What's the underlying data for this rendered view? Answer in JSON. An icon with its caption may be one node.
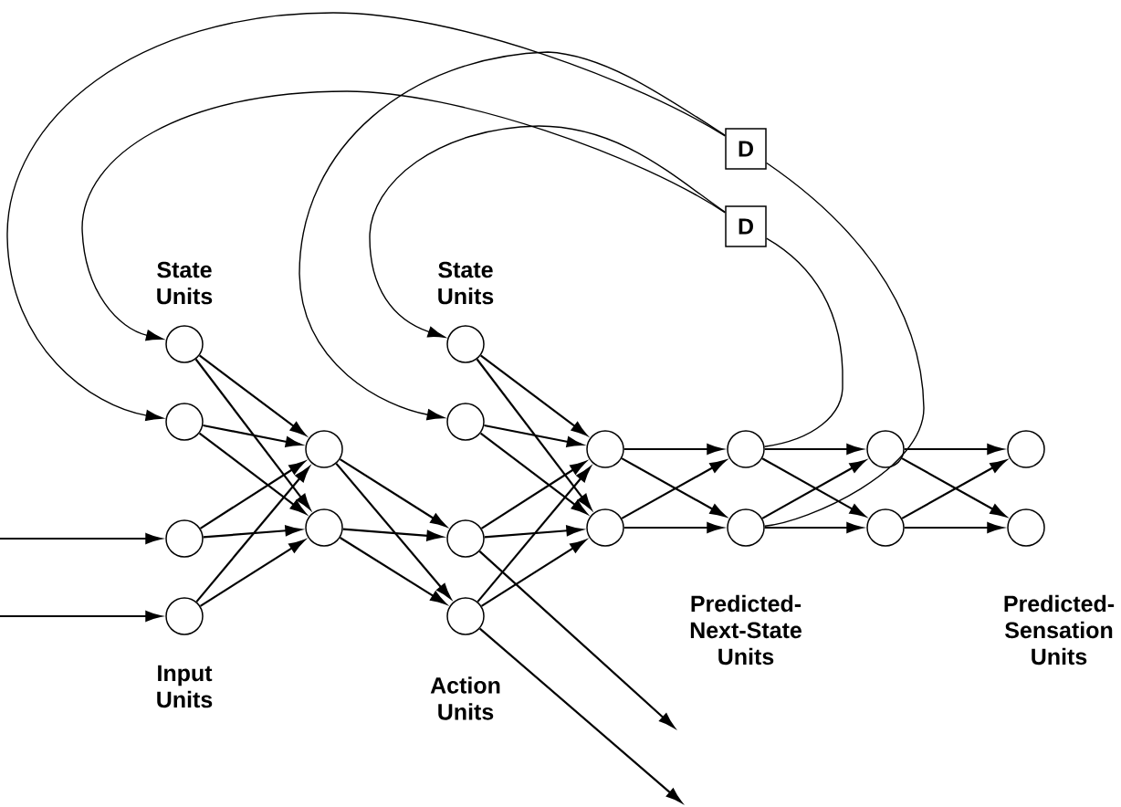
{
  "diagram": {
    "nodes": [
      {
        "text": [
          "D"
        ]
      },
      {
        "text": [
          "D"
        ]
      },
      {
        "text": [],
        "shape": "circle"
      },
      {
        "text": [],
        "shape": "circle"
      },
      {
        "text": [],
        "shape": "circle"
      },
      {
        "text": [],
        "shape": "circle"
      },
      {
        "text": [],
        "shape": "circle"
      },
      {
        "text": [],
        "shape": "circle"
      },
      {
        "text": [],
        "shape": "circle"
      },
      {
        "text": [],
        "shape": "circle"
      },
      {
        "text": [],
        "shape": "circle"
      },
      {
        "text": [],
        "shape": "circle"
      },
      {
        "text": [],
        "shape": "circle"
      },
      {
        "text": [],
        "shape": "circle"
      },
      {
        "text": [],
        "shape": "circle"
      },
      {
        "text": [],
        "shape": "circle"
      },
      {
        "text": [],
        "shape": "circle"
      },
      {
        "text": [],
        "shape": "circle"
      },
      {
        "text": [],
        "shape": "circle"
      },
      {
        "text": [],
        "shape": "circle"
      }
    ],
    "edges": [
      {
        "from": 0,
        "to": 3,
        "arrow": "to"
      },
      {
        "from": 0,
        "to": 9,
        "arrow": "to"
      },
      {
        "from": 1,
        "to": 2,
        "arrow": "to"
      },
      {
        "from": 1,
        "to": 8,
        "arrow": "to"
      },
      {
        "from": 14,
        "to": 1,
        "arrow": "none"
      },
      {
        "from": 15,
        "to": 0,
        "arrow": "none"
      },
      {
        "from": null,
        "to": 4,
        "arrow": "to"
      },
      {
        "from": null,
        "to": 5,
        "arrow": "to"
      },
      {
        "from": 2,
        "to": 6,
        "arrow": "to"
      },
      {
        "from": 2,
        "to": 7,
        "arrow": "to"
      },
      {
        "from": 3,
        "to": 6,
        "arrow": "to"
      },
      {
        "from": 3,
        "to": 7,
        "arrow": "to"
      },
      {
        "from": 4,
        "to": 6,
        "arrow": "to"
      },
      {
        "from": 4,
        "to": 7,
        "arrow": "to"
      },
      {
        "from": 5,
        "to": 6,
        "arrow": "to"
      },
      {
        "from": 5,
        "to": 7,
        "arrow": "to"
      },
      {
        "from": 6,
        "to": 10,
        "arrow": "to"
      },
      {
        "from": 6,
        "to": 11,
        "arrow": "to"
      },
      {
        "from": 7,
        "to": 10,
        "arrow": "to"
      },
      {
        "from": 7,
        "to": 11,
        "arrow": "to"
      },
      {
        "from": 8,
        "to": 12,
        "arrow": "to"
      },
      {
        "from": 8,
        "to": 13,
        "arrow": "to"
      },
      {
        "from": 9,
        "to": 12,
        "arrow": "to"
      },
      {
        "from": 9,
        "to": 13,
        "arrow": "to"
      },
      {
        "from": 10,
        "to": 12,
        "arrow": "to"
      },
      {
        "from": 10,
        "to": 13,
        "arrow": "to"
      },
      {
        "from": 11,
        "to": 12,
        "arrow": "to"
      },
      {
        "from": 11,
        "to": 13,
        "arrow": "to"
      },
      {
        "from": 10,
        "to": null,
        "arrow": "to"
      },
      {
        "from": 11,
        "to": null,
        "arrow": "to"
      },
      {
        "from": 12,
        "to": 14,
        "arrow": "to"
      },
      {
        "from": 12,
        "to": 15,
        "arrow": "to"
      },
      {
        "from": 13,
        "to": 14,
        "arrow": "to"
      },
      {
        "from": 13,
        "to": 15,
        "arrow": "to"
      },
      {
        "from": 14,
        "to": 16,
        "arrow": "to"
      },
      {
        "from": 14,
        "to": 17,
        "arrow": "to"
      },
      {
        "from": 15,
        "to": 16,
        "arrow": "to"
      },
      {
        "from": 15,
        "to": 17,
        "arrow": "to"
      },
      {
        "from": 16,
        "to": 18,
        "arrow": "to"
      },
      {
        "from": 16,
        "to": 19,
        "arrow": "to"
      },
      {
        "from": 17,
        "to": 18,
        "arrow": "to"
      },
      {
        "from": 17,
        "to": 19,
        "arrow": "to"
      }
    ],
    "labels": [
      "State Units",
      "State Units",
      "Input Units",
      "Action Units",
      "Predicted-Next-State Units",
      "Predicted-Sensation Units"
    ]
  }
}
